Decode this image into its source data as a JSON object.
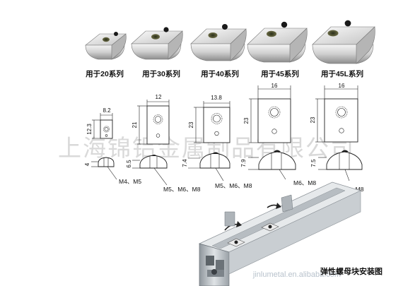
{
  "watermark": {
    "cn": "上海锦铝金属制品有限公司",
    "en": "jinlumetal.en.alibaba.com"
  },
  "nuts": [
    {
      "label": "用于20系列",
      "width": "8.2",
      "height": "12.3",
      "depth": "4",
      "threads": "M4、M5"
    },
    {
      "label": "用于30系列",
      "width": "12",
      "height": "21",
      "depth": "6.5",
      "threads": "M5、M6、M8"
    },
    {
      "label": "用于40系列",
      "width": "13.8",
      "height": "23",
      "depth": "7.4",
      "threads": "M5、M6、M8"
    },
    {
      "label": "用于45系列",
      "width": "16",
      "height": "23",
      "depth": "7.9",
      "threads": "M6、M8"
    },
    {
      "label": "用于45L系列",
      "width": "16",
      "height": "23",
      "depth": "7.5",
      "threads": "M5、M6、M8"
    }
  ],
  "install_caption": "弹性螺母块安装图"
}
